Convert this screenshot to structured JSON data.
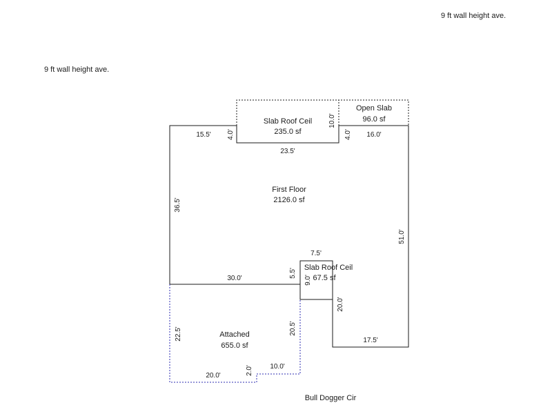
{
  "notes": {
    "top_right": "9 ft wall height ave.",
    "top_left": "9 ft wall height ave."
  },
  "street": "Bull Dogger Cir",
  "areas": {
    "slab_roof_top": {
      "name": "Slab Roof Ceil",
      "area": "235.0 sf"
    },
    "open_slab": {
      "name": "Open Slab",
      "area": "96.0 sf"
    },
    "first_floor": {
      "name": "First Floor",
      "area": "2126.0 sf"
    },
    "slab_roof_small": {
      "name": "Slab Roof Ceil",
      "area": "67.5 sf"
    },
    "attached": {
      "name": "Attached",
      "area": "655.0 sf"
    }
  },
  "dims": {
    "ff_top_left": "15.5'",
    "ff_notch_depth": "4.0'",
    "ff_notch_width": "23.5'",
    "slab_top_height": "10.0'",
    "open_slab_depth": "4.0'",
    "ff_top_right": "16.0'",
    "ff_left": "36.5'",
    "ff_right": "51.0'",
    "small_top": "7.5'",
    "ff_bottom_left": "30.0'",
    "ff_step": "5.5'",
    "small_height": "9.0'",
    "ff_inner_right": "20.0'",
    "ff_bottom_right": "17.5'",
    "att_left": "22.5'",
    "att_right": "20.5'",
    "att_bottom_left": "20.0'",
    "att_step": "2.0'",
    "att_bottom_right": "10.0'"
  },
  "colors": {
    "line": "#1a1a1a",
    "dashed_black": "#1a1a1a",
    "dashed_blue": "#2b2bb0"
  }
}
